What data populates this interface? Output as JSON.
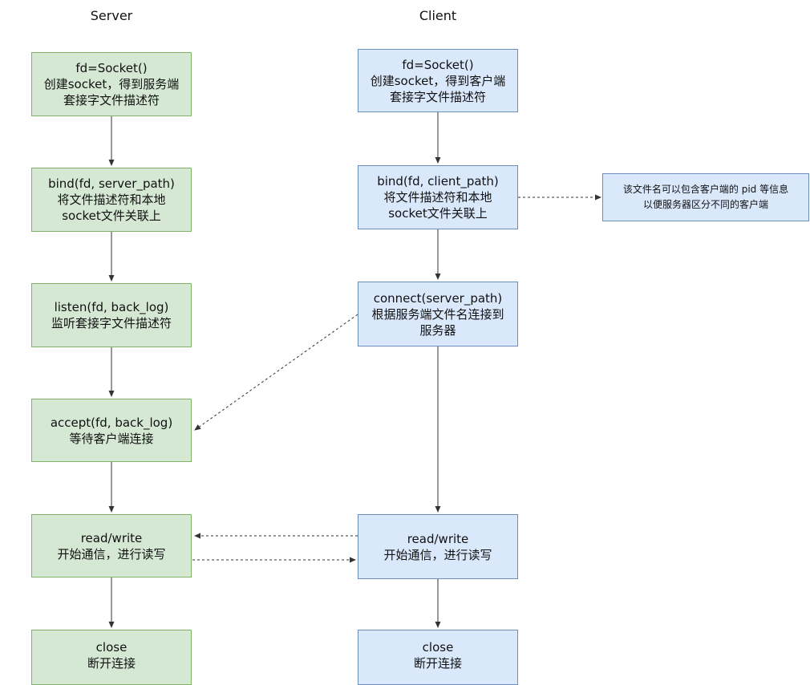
{
  "columns": {
    "server": "Server",
    "client": "Client"
  },
  "server_steps": [
    {
      "lines": [
        "fd=Socket()",
        "创建socket，得到服务端",
        "套接字文件描述符"
      ]
    },
    {
      "lines": [
        "bind(fd, server_path)",
        "将文件描述符和本地",
        "socket文件关联上"
      ]
    },
    {
      "lines": [
        "listen(fd, back_log)",
        "监听套接字文件描述符",
        ""
      ]
    },
    {
      "lines": [
        "accept(fd, back_log)",
        "等待客户端连接",
        ""
      ]
    },
    {
      "lines": [
        "read/write",
        "开始通信，进行读写",
        ""
      ]
    },
    {
      "lines": [
        "close",
        "断开连接",
        ""
      ]
    }
  ],
  "client_steps": [
    {
      "lines": [
        "fd=Socket()",
        "创建socket，得到客户端",
        "套接字文件描述符"
      ]
    },
    {
      "lines": [
        "bind(fd, client_path)",
        "将文件描述符和本地",
        "socket文件关联上"
      ]
    },
    {
      "lines": [
        "connect(server_path)",
        "根据服务端文件名连接到",
        "服务器"
      ]
    },
    {
      "lines": [
        "read/write",
        "开始通信，进行读写",
        ""
      ]
    },
    {
      "lines": [
        "close",
        "断开连接",
        ""
      ]
    }
  ],
  "note": {
    "lines": [
      "该文件名可以包含客户端的 pid 等信息",
      "以便服务器区分不同的客户端"
    ]
  },
  "colors": {
    "server_fill": "#d5e8d4",
    "server_border": "#82b366",
    "client_fill": "#dae8fc",
    "client_border": "#6c8ebf",
    "edge": "#333333"
  }
}
